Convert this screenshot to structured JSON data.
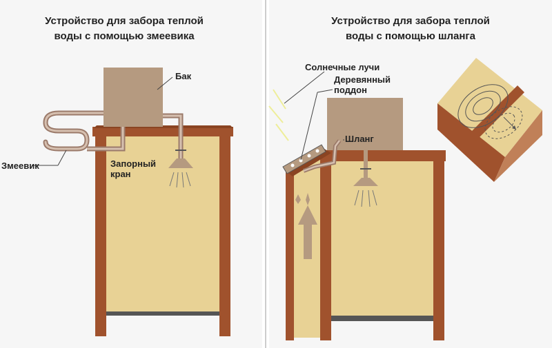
{
  "left_panel": {
    "title_line1": "Устройство для забора теплой",
    "title_line2": "воды с помощью змеевика",
    "labels": {
      "tank": "Бак",
      "coil": "Змеевик",
      "valve_line1": "Запорный",
      "valve_line2": "кран"
    }
  },
  "right_panel": {
    "title_line1": "Устройство для забора теплой",
    "title_line2": "воды с помощью шланга",
    "labels": {
      "sun_rays": "Солнечные лучи",
      "pallet_line1": "Деревянный",
      "pallet_line2": "поддон",
      "hose": "Шланг"
    }
  },
  "colors": {
    "wall_fill": "#e8d295",
    "frame": "#a0522d",
    "tank": "#b59a80",
    "floor": "#555555"
  }
}
